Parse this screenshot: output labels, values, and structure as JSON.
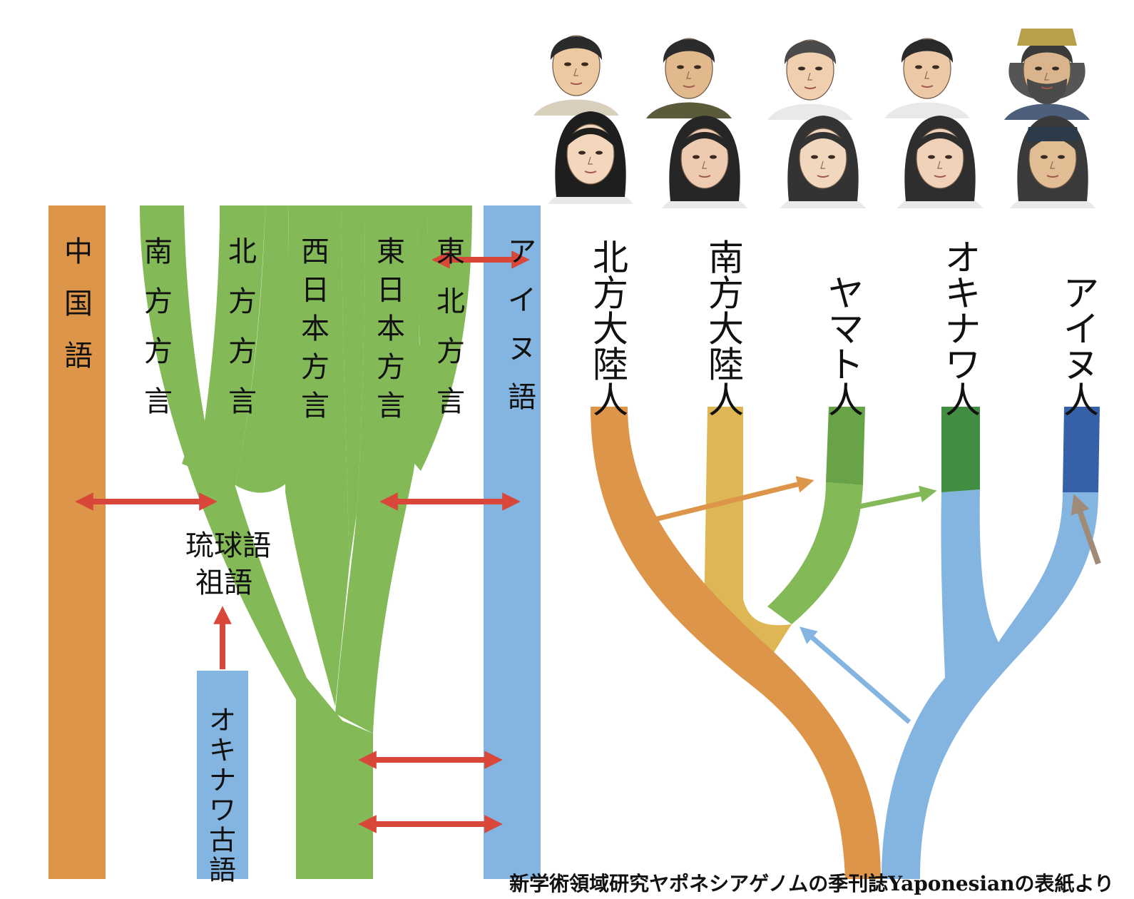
{
  "colors": {
    "orange": "#dd9549",
    "green": "#84b957",
    "blue": "#84b4e0",
    "red_arrow": "#d8473a",
    "yellow": "#deb654",
    "dark_green": "#68a348",
    "deep_green": "#418e43",
    "dark_blue": "#3660a8",
    "brown_arrow": "#a08a78",
    "text": "#111111"
  },
  "left": {
    "chinese": "中国語",
    "southern_dialect": "南方方言",
    "northern_dialect": "北方方言",
    "west_japan_dialect": "西日本方言",
    "east_japan_dialect": "東日本方言",
    "tohoku_dialect": "東北方言",
    "ainu_language": "アイヌ語",
    "proto_ryukyuan_line1": "琉球語",
    "proto_ryukyuan_line2": "祖語",
    "old_okinawan": "オキナワ古語"
  },
  "right": {
    "northern_continental": "北方大陸人",
    "southern_continental": "南方大陸人",
    "yamato": "ヤマト人",
    "okinawan": "オキナワ人",
    "ainu_people": "アイヌ人"
  },
  "portraits": [
    {
      "group": "北方大陸人",
      "icon": "man-portrait-icon"
    },
    {
      "group": "北方大陸人",
      "icon": "woman-portrait-icon"
    },
    {
      "group": "南方大陸人",
      "icon": "man-portrait-icon"
    },
    {
      "group": "南方大陸人",
      "icon": "woman-portrait-icon"
    },
    {
      "group": "ヤマト人",
      "icon": "man-portrait-icon"
    },
    {
      "group": "ヤマト人",
      "icon": "woman-portrait-icon"
    },
    {
      "group": "オキナワ人",
      "icon": "man-portrait-icon"
    },
    {
      "group": "オキナワ人",
      "icon": "woman-portrait-icon"
    },
    {
      "group": "アイヌ人",
      "icon": "bearded-man-portrait-icon"
    },
    {
      "group": "アイヌ人",
      "icon": "woman-headband-portrait-icon"
    }
  ],
  "caption": "新学術領域研究ヤポネシアゲノムの季刊誌Yaponesianの表紙より"
}
